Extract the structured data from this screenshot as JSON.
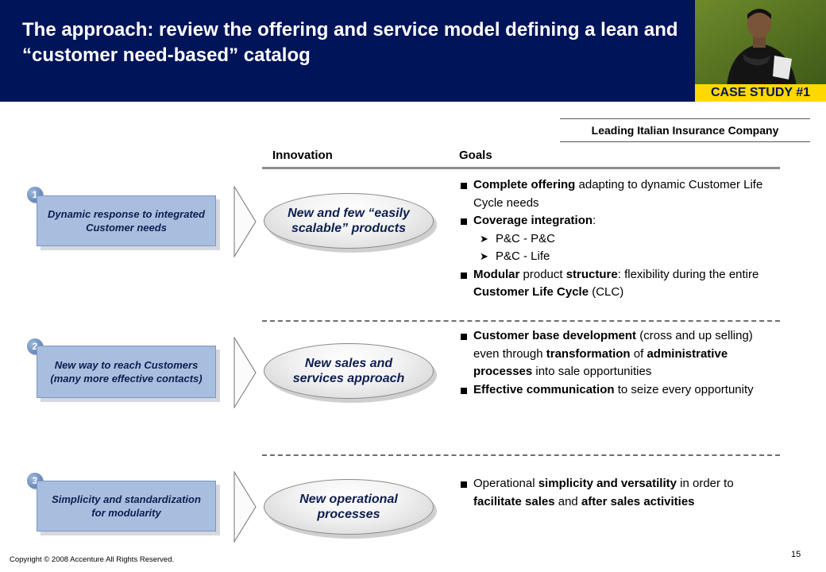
{
  "header": {
    "title": "The approach: review the offering and service model defining a lean and “customer need-based” catalog",
    "case_badge": "CASE STUDY #1",
    "bg_color": "#00145a",
    "badge_color": "#ffd800"
  },
  "company": "Leading Italian Insurance Company",
  "columns": {
    "innovation": "Innovation",
    "goals": "Goals"
  },
  "rows": [
    {
      "number": "1",
      "need": "Dynamic response to integrated Customer needs",
      "innovation": "New and few “easily scalable” products"
    },
    {
      "number": "2",
      "need": "New way to reach Customers (many more effective contacts)",
      "innovation": "New sales and services approach"
    },
    {
      "number": "3",
      "need": "Simplicity and standardization for modularity",
      "innovation": "New operational processes"
    }
  ],
  "goals": {
    "row1": {
      "b1_bold": "Complete offering",
      "b1_rest": " adapting to dynamic Customer Life Cycle needs",
      "b2_bold": "Coverage integration",
      "b2_rest": ":",
      "sub1": "P&C - P&C",
      "sub2": "P&C - Life",
      "b3_bold1": "Modular",
      "b3_mid1": " product ",
      "b3_bold2": "structure",
      "b3_mid2": ": flexibility during the entire ",
      "b3_bold3": "Customer Life Cycle",
      "b3_end": " (CLC)"
    },
    "row2": {
      "b1_bold": "Customer base development",
      "b1_mid": " (cross and up selling) even through ",
      "b1_bold2": "transformation",
      "b1_mid2": " of ",
      "b1_bold3": "administrative processes",
      "b1_end": " into sale opportunities",
      "b2_bold": "Effective communication",
      "b2_end": " to seize every opportunity"
    },
    "row3": {
      "b1_start": "Operational ",
      "b1_bold": "simplicity and versatility",
      "b1_mid": " in order to ",
      "b1_bold2": "facilitate sales",
      "b1_mid2": " and ",
      "b1_bold3": "after sales activities"
    }
  },
  "footer": {
    "copyright": "Copyright © 2008 Accenture All Rights Reserved.",
    "page_number": "15"
  }
}
